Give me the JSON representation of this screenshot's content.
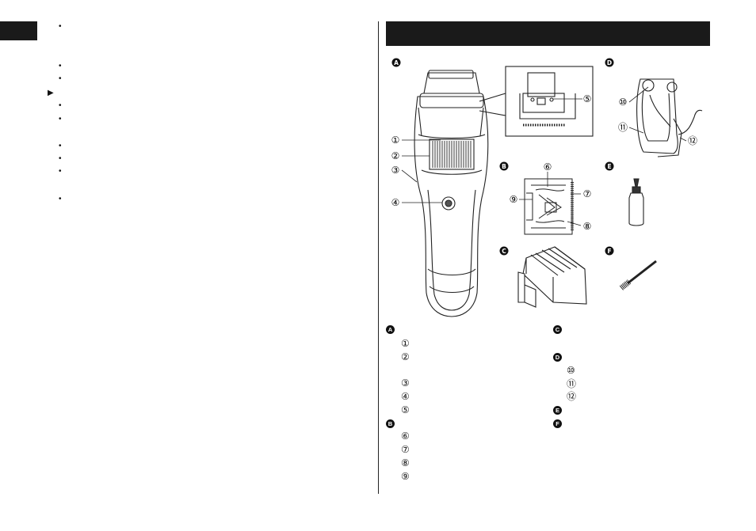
{
  "left_page": {
    "bullets": [
      "•",
      "•",
      "•",
      "•",
      "•",
      "•",
      "•",
      "•",
      "•"
    ],
    "arrow": "▶"
  },
  "figure": {
    "section_badges": [
      "A",
      "B",
      "C",
      "D",
      "E",
      "F"
    ],
    "callouts": [
      "①",
      "②",
      "③",
      "④",
      "⑤",
      "⑥",
      "⑦",
      "⑧",
      "⑨",
      "⑩",
      "⑪",
      "⑫"
    ]
  },
  "parts_list": {
    "col1": [
      {
        "badge": "A"
      },
      {
        "num": "①"
      },
      {
        "num": "②"
      },
      {
        "num": "③"
      },
      {
        "num": "④"
      },
      {
        "num": "⑤"
      },
      {
        "badge": "B"
      },
      {
        "num": "⑥"
      },
      {
        "num": "⑦"
      },
      {
        "num": "⑧"
      },
      {
        "num": "⑨"
      }
    ],
    "col2": [
      {
        "badge": "C"
      },
      {
        "badge": "D"
      },
      {
        "num": "⑩"
      },
      {
        "num": "⑪"
      },
      {
        "num": "⑫"
      },
      {
        "badge": "E"
      },
      {
        "badge": "F"
      }
    ]
  }
}
